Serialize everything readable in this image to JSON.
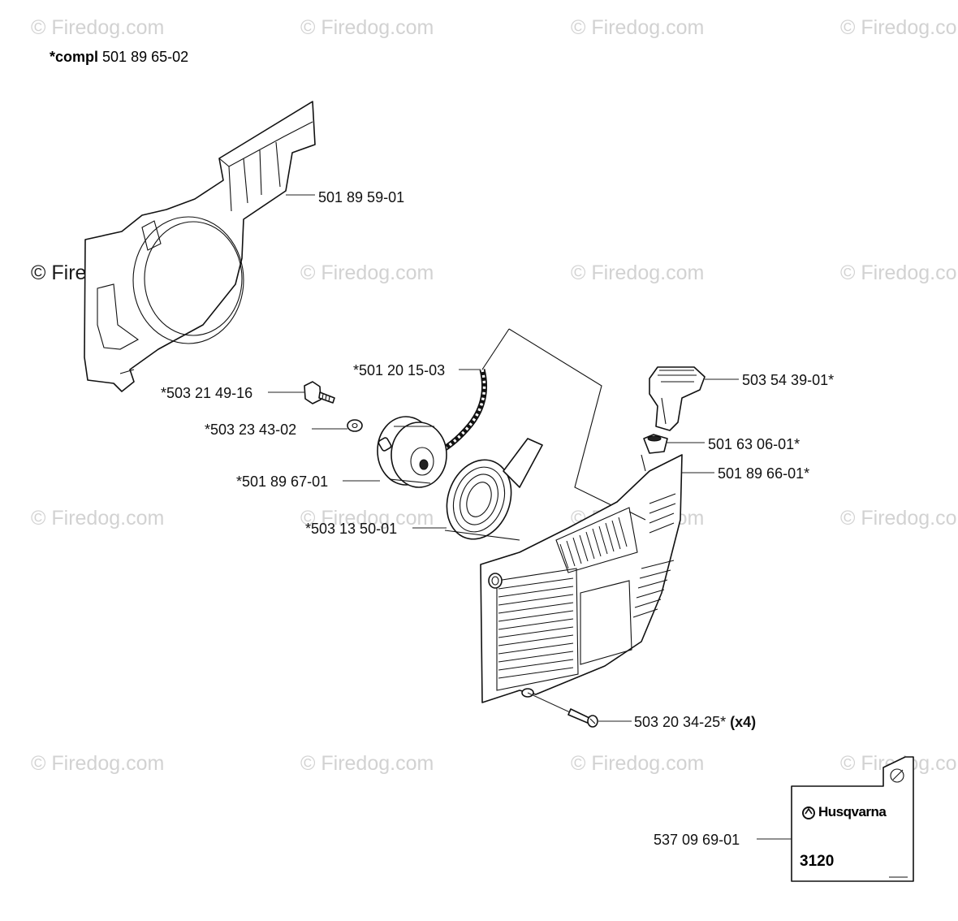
{
  "header": {
    "prefix": "*compl",
    "part_number": "501 89 65-02"
  },
  "watermarks": {
    "text": "© Firedog.com",
    "text_cut": "© Firedog.co"
  },
  "callouts": [
    {
      "id": "cover",
      "label": "501 89 59-01"
    },
    {
      "id": "rope",
      "label": "*501 20 15-03"
    },
    {
      "id": "screw",
      "label": "*503 21 49-16"
    },
    {
      "id": "washer",
      "label": "*503 23 43-02"
    },
    {
      "id": "pulley",
      "label": "*501 89 67-01"
    },
    {
      "id": "spring",
      "label": "*503 13 50-01"
    },
    {
      "id": "handle",
      "label": "503 54 39-01*"
    },
    {
      "id": "bushing",
      "label": "501 63 06-01*"
    },
    {
      "id": "starter-housing",
      "label": "501 89 66-01*"
    },
    {
      "id": "housing-screw",
      "label": "503 20 34-25*",
      "qty": "(x4)"
    },
    {
      "id": "decal",
      "label": "537 09 69-01"
    }
  ],
  "decal": {
    "brand": "Husqvarna",
    "model": "3120"
  },
  "colors": {
    "line": "#111111",
    "watermark": "#d2d2d2",
    "background": "#ffffff"
  }
}
